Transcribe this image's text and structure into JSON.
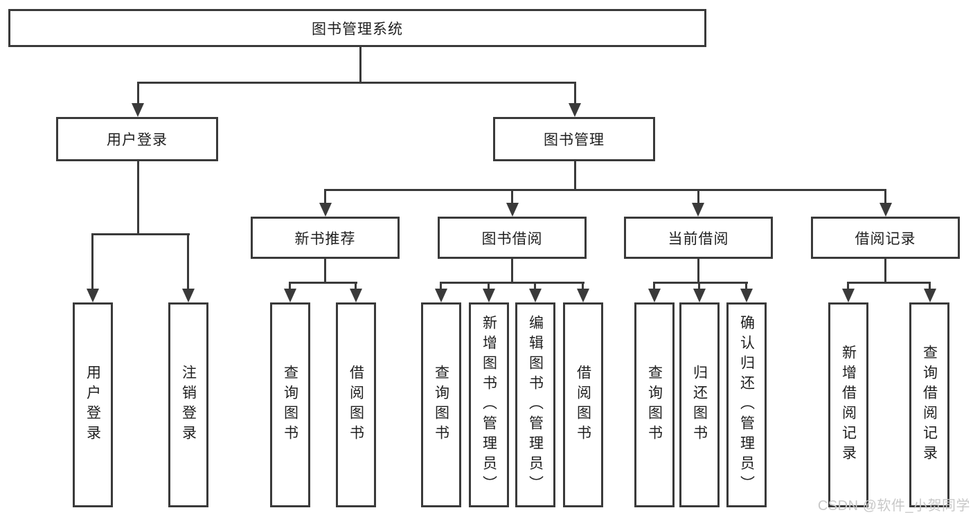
{
  "nodes": {
    "root": {
      "label": "图书管理系统"
    },
    "user_login": {
      "label": "用户登录"
    },
    "book_mgmt": {
      "label": "图书管理"
    },
    "new_book_rec": {
      "label": "新书推荐"
    },
    "book_borrow": {
      "label": "图书借阅"
    },
    "current_borrow": {
      "label": "当前借阅"
    },
    "borrow_records": {
      "label": "借阅记录"
    },
    "leaf_user_login": {
      "label": "用户登录"
    },
    "leaf_logout": {
      "label": "注销登录"
    },
    "nb_query_books": {
      "label": "查询图书"
    },
    "nb_borrow_books": {
      "label": "借阅图书"
    },
    "bb_query_books": {
      "label": "查询图书"
    },
    "bb_add_books": {
      "label": "新增图书（管理员）"
    },
    "bb_edit_books": {
      "label": "编辑图书（管理员）"
    },
    "bb_borrow_books": {
      "label": "借阅图书"
    },
    "cb_query_books": {
      "label": "查询图书"
    },
    "cb_return_books": {
      "label": "归还图书"
    },
    "cb_confirm_return": {
      "label": "确认归还（管理员）"
    },
    "br_add_record": {
      "label": "新增借阅记录"
    },
    "br_query_record": {
      "label": "查询借阅记录"
    }
  },
  "edges": [
    {
      "from": "root",
      "to": "user_login"
    },
    {
      "from": "root",
      "to": "book_mgmt"
    },
    {
      "from": "user_login",
      "to": "leaf_user_login"
    },
    {
      "from": "user_login",
      "to": "leaf_logout"
    },
    {
      "from": "book_mgmt",
      "to": "new_book_rec"
    },
    {
      "from": "book_mgmt",
      "to": "book_borrow"
    },
    {
      "from": "book_mgmt",
      "to": "current_borrow"
    },
    {
      "from": "book_mgmt",
      "to": "borrow_records"
    },
    {
      "from": "new_book_rec",
      "to": "nb_query_books"
    },
    {
      "from": "new_book_rec",
      "to": "nb_borrow_books"
    },
    {
      "from": "book_borrow",
      "to": "bb_query_books"
    },
    {
      "from": "book_borrow",
      "to": "bb_add_books"
    },
    {
      "from": "book_borrow",
      "to": "bb_edit_books"
    },
    {
      "from": "book_borrow",
      "to": "bb_borrow_books"
    },
    {
      "from": "current_borrow",
      "to": "cb_query_books"
    },
    {
      "from": "current_borrow",
      "to": "cb_return_books"
    },
    {
      "from": "current_borrow",
      "to": "cb_confirm_return"
    },
    {
      "from": "borrow_records",
      "to": "br_add_record"
    },
    {
      "from": "borrow_records",
      "to": "br_query_record"
    }
  ],
  "watermark": "CSDN @软件_小贺同学",
  "colors": {
    "line": "#3a3a3a",
    "text": "#1f1f1f",
    "watermark": "#c8c8c8",
    "background": "#ffffff"
  }
}
